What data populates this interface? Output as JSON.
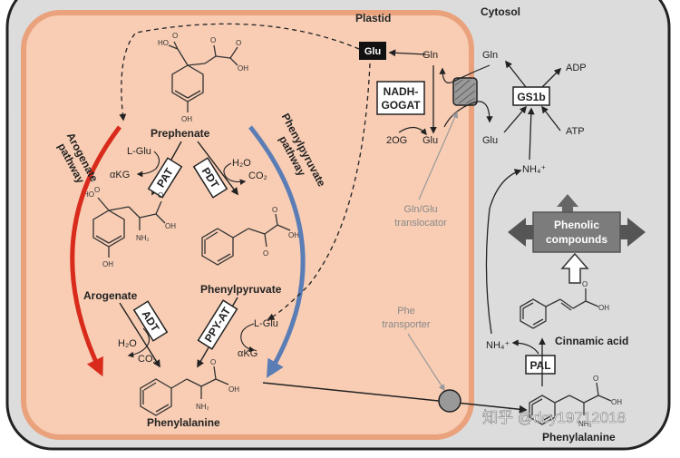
{
  "compartments": {
    "plastid": "Plastid",
    "cytosol": "Cytosol"
  },
  "pathways": {
    "arogenate": "Arogenate\npathway",
    "phenylpyruvate": "Phenylpyruvate\npathway"
  },
  "metabolites": {
    "prephenate": "Prephenate",
    "arogenate": "Arogenate",
    "phenylpyruvate": "Phenylpyruvate",
    "phenylalanine": "Phenylalanine",
    "phenylalanine_cytosol": "Phenylalanine",
    "cinnamic_acid": "Cinnamic acid",
    "phenolic_compounds": "Phenolic\ncompounds"
  },
  "enzymes": {
    "pat": "PAT",
    "pdt": "PDT",
    "adt": "ADT",
    "ppy_at": "PPY-AT",
    "nadh_gogat": "NADH-\nGOGAT",
    "gs1b": "GS1b",
    "pal": "PAL"
  },
  "cofactors": {
    "l_glu_1": "L-Glu",
    "akg_1": "αKG",
    "h2o_1": "H₂O",
    "co2_1": "CO₂",
    "h2o_2": "H₂O",
    "co2_2": "CO₂",
    "l_glu_2": "L-Glu",
    "akg_2": "αKG",
    "glu_box": "Glu",
    "gln_plastid": "Gln",
    "glu_plastid": "Glu",
    "og2": "2OG",
    "gln_cyt": "Gln",
    "glu_cyt": "Glu",
    "adp": "ADP",
    "atp": "ATP",
    "nh4_1": "NH₄⁺",
    "nh4_2": "NH₄⁺"
  },
  "transporters": {
    "gln_glu": "Gln/Glu\ntranslocator",
    "phe": "Phe\ntransporter"
  },
  "structure_labels": {
    "oh": "OH",
    "nh2": "NH₂",
    "o": "O",
    "ho": "HO"
  },
  "watermark": "知乎 @dcy19712018",
  "colors": {
    "plastid_fill": "#f8cdb4",
    "plastid_border": "#e9a27c",
    "cytosol_fill": "#dcdcdc",
    "red_arrow": "#d92b1c",
    "blue_arrow": "#5b7db5",
    "phenolic_box": "#7c7c7c"
  }
}
